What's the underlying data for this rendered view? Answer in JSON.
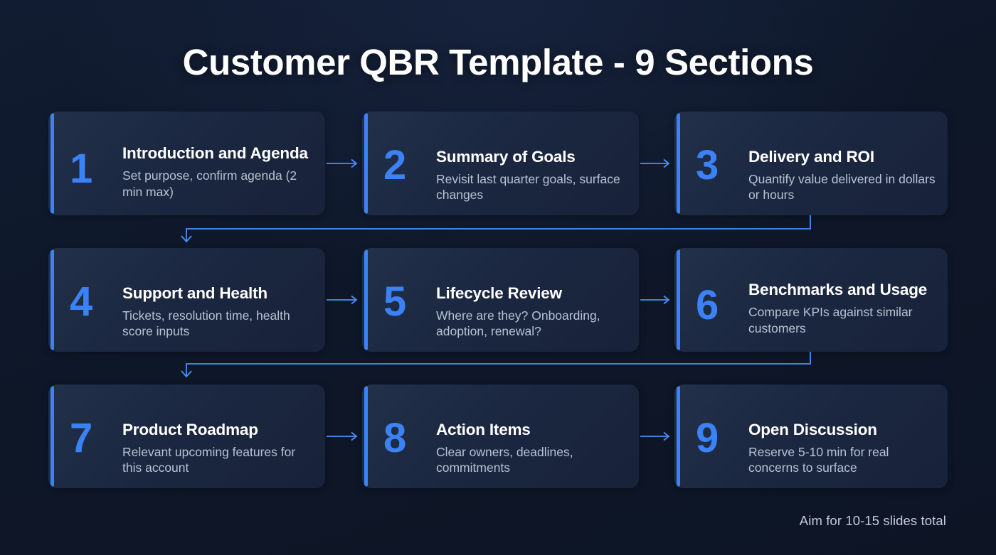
{
  "slide": {
    "title": "Customer QBR Template - 9 Sections",
    "footer_note": "Aim for 10-15 slides total",
    "accent_color": "#3b82f6",
    "background_color": "#101a2e",
    "card_color": "#1b2740",
    "title_color": "#ffffff",
    "description_color": "#b8c2d4"
  },
  "sections": [
    {
      "number": "1",
      "title": "Introduction and Agenda",
      "description": "Set purpose, confirm agenda (2 min max)"
    },
    {
      "number": "2",
      "title": "Summary of Goals",
      "description": "Revisit last quarter goals, surface changes"
    },
    {
      "number": "3",
      "title": "Delivery and ROI",
      "description": "Quantify value delivered in dollars or hours"
    },
    {
      "number": "4",
      "title": "Support and Health",
      "description": "Tickets, resolution time, health score inputs"
    },
    {
      "number": "5",
      "title": "Lifecycle Review",
      "description": "Where are they? Onboarding, adoption, renewal?"
    },
    {
      "number": "6",
      "title": "Benchmarks and Usage",
      "description": "Compare KPIs against similar customers"
    },
    {
      "number": "7",
      "title": "Product Roadmap",
      "description": "Relevant upcoming features for this account"
    },
    {
      "number": "8",
      "title": "Action Items",
      "description": "Clear owners, deadlines, commitments"
    },
    {
      "number": "9",
      "title": "Open Discussion",
      "description": "Reserve 5-10 min for real concerns to surface"
    }
  ],
  "connectors": {
    "horizontal_arrow_icon": "arrow-right-icon",
    "wrap_arrow_icon": "arrow-down-icon",
    "count_horizontal": 6,
    "count_wrap": 2
  }
}
